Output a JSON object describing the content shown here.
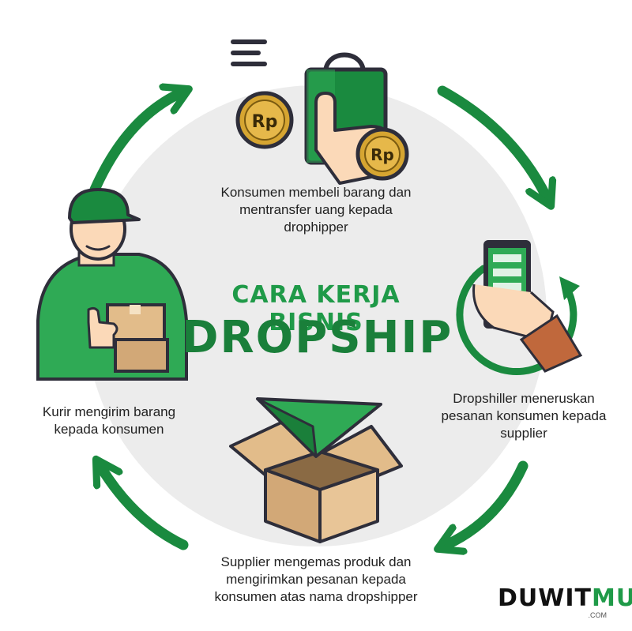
{
  "title": {
    "line1": "CARA KERJA BISNIS",
    "line2": "DROPSHIP"
  },
  "steps": [
    {
      "lines": [
        "Konsumen membeli barang dan",
        "mentransfer uang kepada",
        "drophipper"
      ]
    },
    {
      "lines": [
        "Dropshiller meneruskan",
        "pesanan konsumen kepada",
        "supplier"
      ]
    },
    {
      "lines": [
        "Supplier mengemas produk dan",
        "mengirimkan pesanan kepada",
        "konsumen atas nama dropshipper"
      ]
    },
    {
      "lines": [
        "Kurir mengirim barang",
        "kepada konsumen"
      ]
    }
  ],
  "coin_label": "Rp",
  "brand": {
    "duwit": "DUWIT",
    "mu": "MU",
    "sub": ".COM"
  },
  "colors": {
    "green": "#1a8a3f",
    "light_green": "#2faa55",
    "circle_bg": "#ececec",
    "box": "#e2bc8a",
    "coin": "#d6a531",
    "skin": "#fbd9b8"
  },
  "icons": [
    "shopping-bag-icon",
    "coin-icon",
    "smartphone-icon",
    "cardboard-box-icon",
    "paper-plane-icon",
    "courier-icon",
    "cycle-arrow-icon"
  ]
}
